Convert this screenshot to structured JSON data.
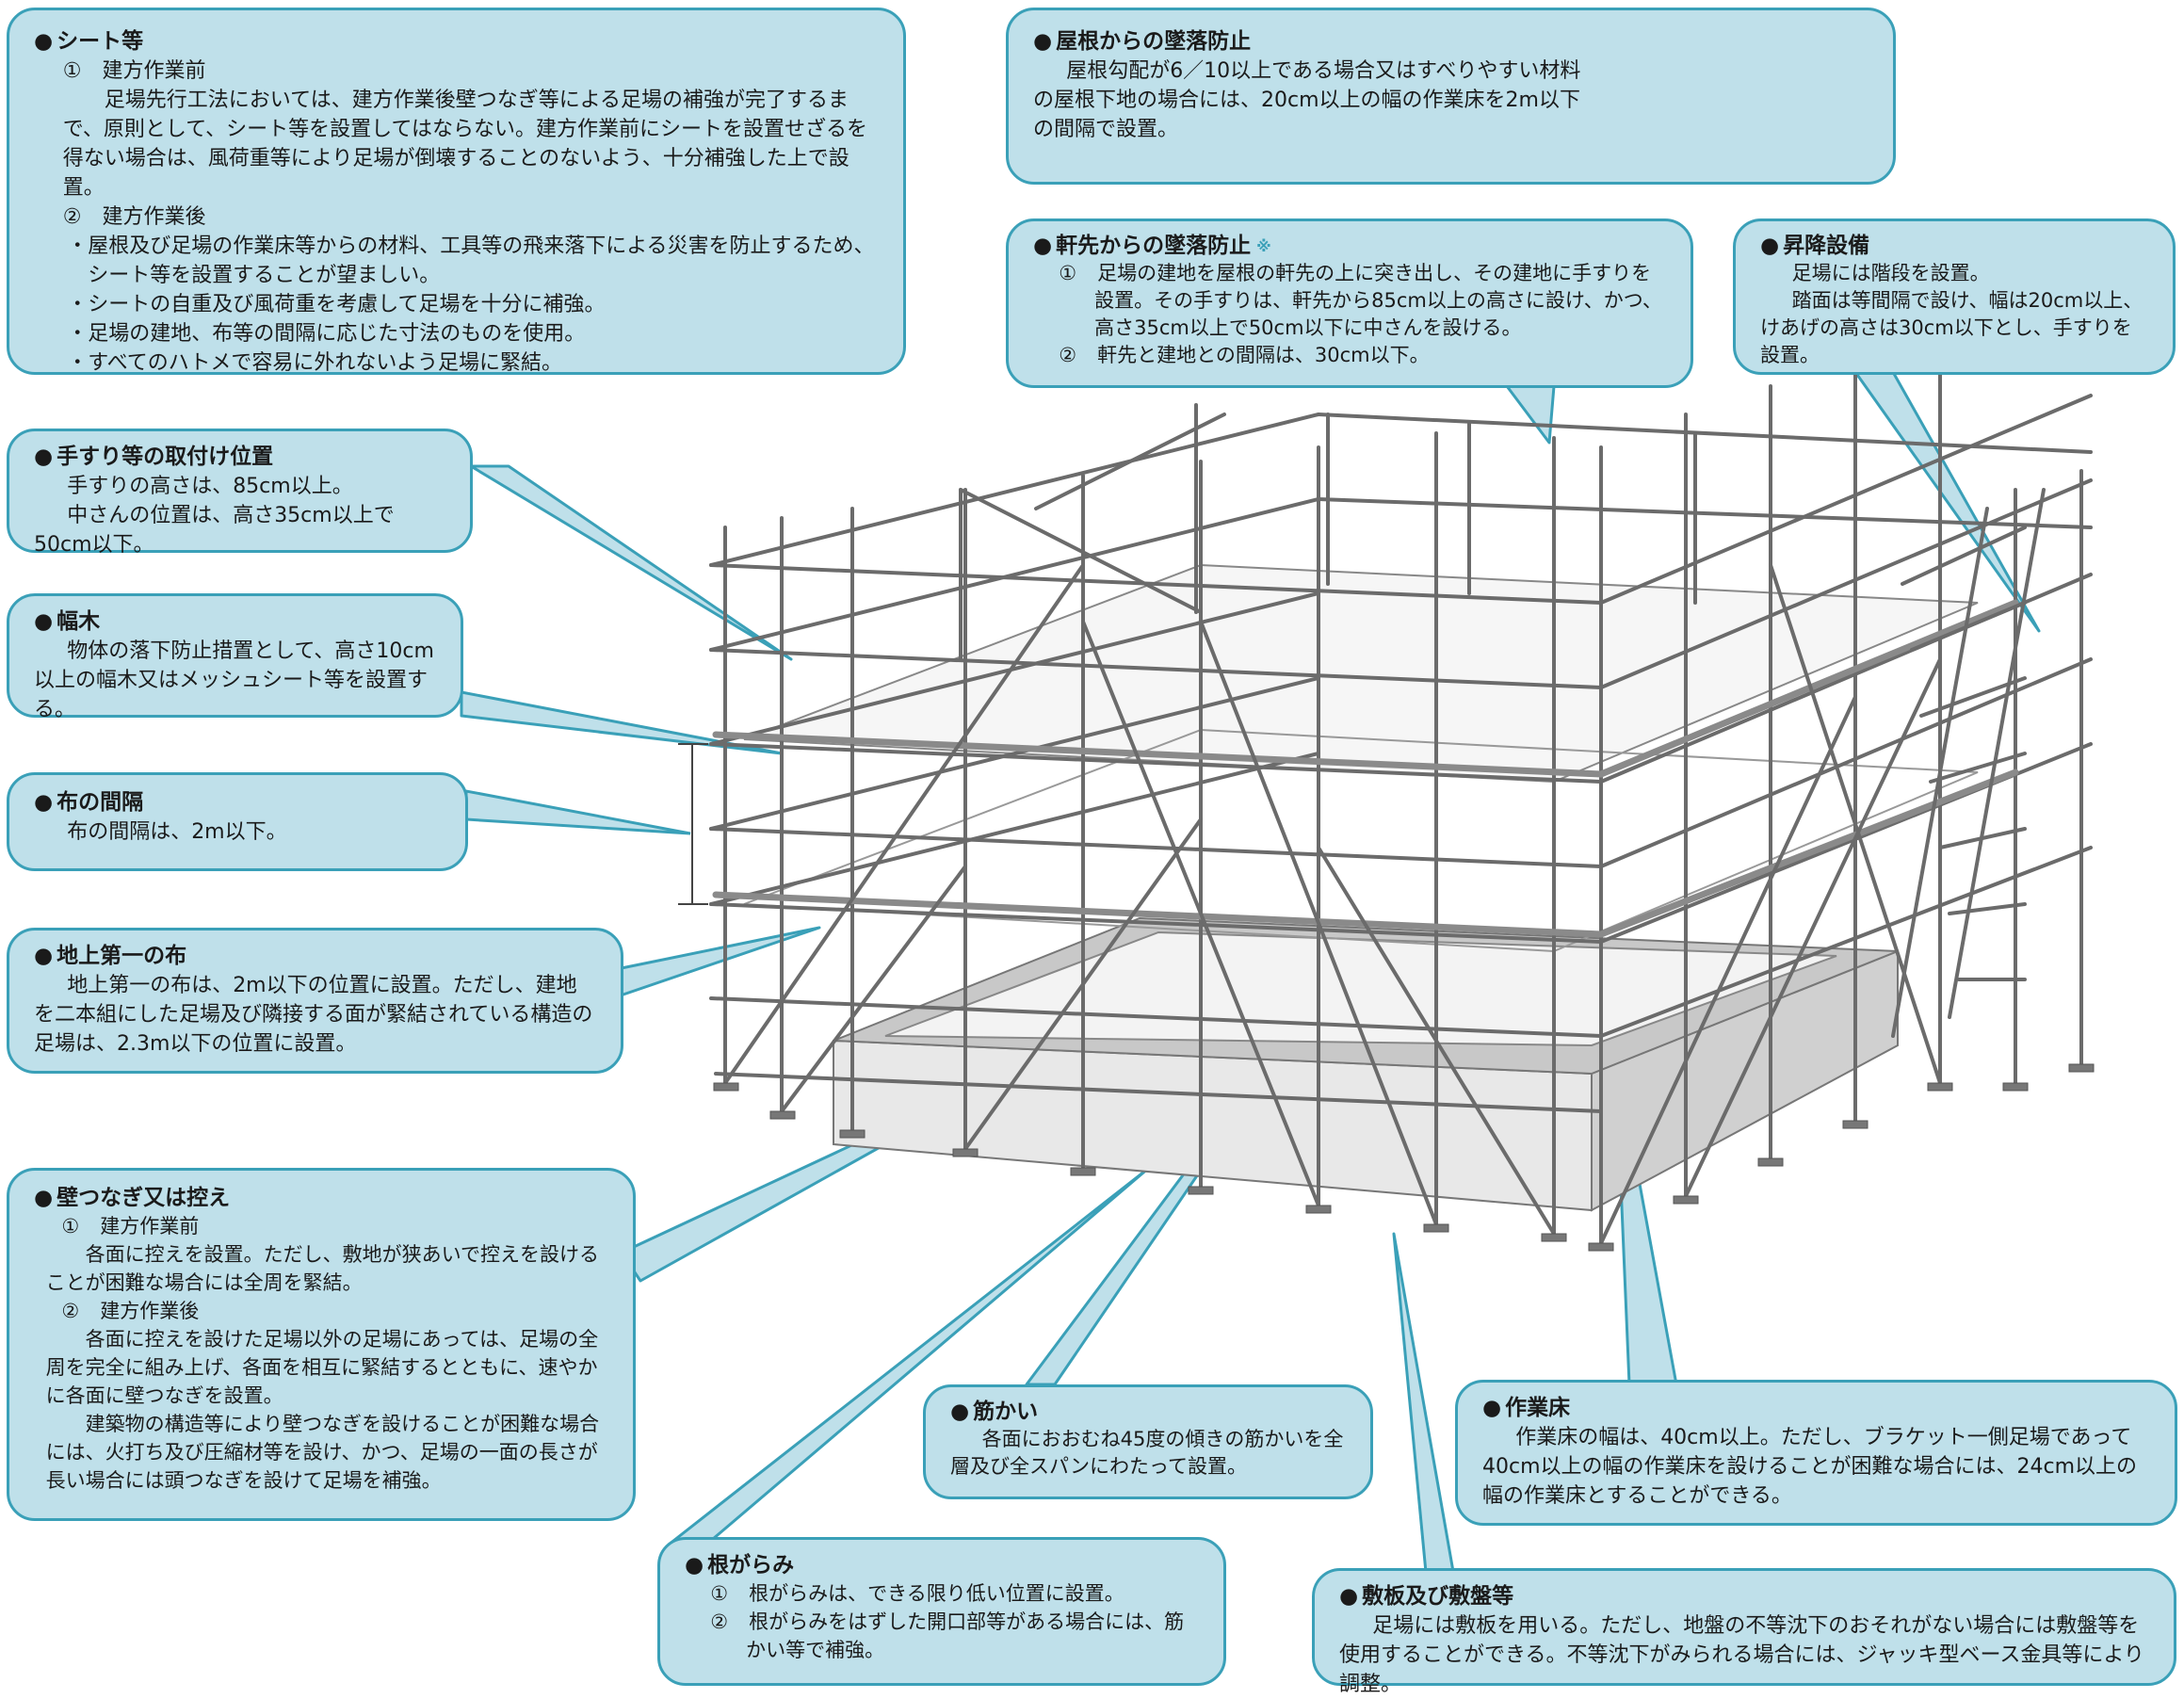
{
  "sheet": {
    "title": "シート等",
    "items": [
      {
        "num": "①",
        "head": "建方作業前",
        "text": "足場先行工法においては、建方作業後壁つなぎ等による足場の補強が完了するまで、原則として、シート等を設置してはならない。建方作業前にシートを設置せざるを得ない場合は、風荷重等により足場が倒壊することのないよう、十分補強した上で設置。"
      },
      {
        "num": "②",
        "head": "建方作業後",
        "bullets": [
          "・屋根及び足場の作業床等からの材料、工具等の飛来落下による災害を防止するため、シート等を設置することが望ましい。",
          "・シートの自重及び風荷重を考慮して足場を十分に補強。",
          "・足場の建地、布等の間隔に応じた寸法のものを使用。",
          "・すべてのハトメで容易に外れないよう足場に緊結。"
        ]
      }
    ]
  },
  "roof": {
    "title": "屋根からの墜落防止",
    "text": "屋根勾配が6／10以上である場合又はすべりやすい材料の屋根下地の場合には、20cm以上の幅の作業床を2m以下の間隔で設置。"
  },
  "eaves": {
    "title": "軒先からの墜落防止",
    "mark": "※",
    "items": [
      {
        "num": "①",
        "text": "足場の建地を屋根の軒先の上に突き出し、その建地に手すりを設置。その手すりは、軒先から85cm以上の高さに設け、かつ、高さ35cm以上で50cm以下に中さんを設ける。"
      },
      {
        "num": "②",
        "text": "軒先と建地との間隔は、30cm以下。"
      }
    ]
  },
  "stairs": {
    "title": "昇降設備",
    "text1": "足場には階段を設置。",
    "text2": "踏面は等間隔で設け、幅は20cm以上、けあげの高さは30cm以下とし、手すりを設置。"
  },
  "handrail": {
    "title": "手すり等の取付け位置",
    "line1": "手すりの高さは、85cm以上。",
    "line2": "中さんの位置は、高さ35cm以上で50cm以下。"
  },
  "toeboard": {
    "title": "幅木",
    "text": "物体の落下防止措置として、高さ10cm以上の幅木又はメッシュシート等を設置する。"
  },
  "ledger_spacing": {
    "title": "布の間隔",
    "text": "布の間隔は、2m以下。"
  },
  "first_ledger": {
    "title": "地上第一の布",
    "text": "地上第一の布は、2m以下の位置に設置。ただし、建地を二本組にした足場及び隣接する面が緊結されている構造の足場は、2.3m以下の位置に設置。"
  },
  "wall_tie": {
    "title": "壁つなぎ又は控え",
    "items": [
      {
        "num": "①",
        "head": "建方作業前",
        "paras": [
          "各面に控えを設置。ただし、敷地が狭あいで控えを設けることが困難な場合には全周を緊結。"
        ]
      },
      {
        "num": "②",
        "head": "建方作業後",
        "paras": [
          "各面に控えを設けた足場以外の足場にあっては、足場の全周を完全に組み上げ、各面を相互に緊結するとともに、速やかに各面に壁つなぎを設置。",
          "建築物の構造等により壁つなぎを設けることが困難な場合には、火打ち及び圧縮材等を設け、かつ、足場の一面の長さが長い場合には頭つなぎを設けて足場を補強。"
        ]
      }
    ]
  },
  "brace": {
    "title": "筋かい",
    "text": "各面におおむね45度の傾きの筋かいを全層及び全スパンにわたって設置。"
  },
  "sweeper": {
    "title": "根がらみ",
    "items": [
      {
        "num": "①",
        "text": "根がらみは、できる限り低い位置に設置。"
      },
      {
        "num": "②",
        "text": "根がらみをはずした開口部等がある場合には、筋かい等で補強。"
      }
    ]
  },
  "platform": {
    "title": "作業床",
    "text": "作業床の幅は、40cm以上。ただし、ブラケット一側足場であって40cm以上の幅の作業床を設けることが困難な場合には、24cm以上の幅の作業床とすることができる。"
  },
  "baseplate": {
    "title": "敷板及び敷盤等",
    "text": "足場には敷板を用いる。ただし、地盤の不等沈下のおそれがない場合には敷盤等を使用することができる。不等沈下がみられる場合には、ジャッキ型ベース金具等により調整。"
  },
  "colors": {
    "callout_fill": "#bfe0ea",
    "callout_border": "#3aa0b8",
    "scaffold_line": "#6b6b6b",
    "shadow": "#c8c8c8"
  }
}
